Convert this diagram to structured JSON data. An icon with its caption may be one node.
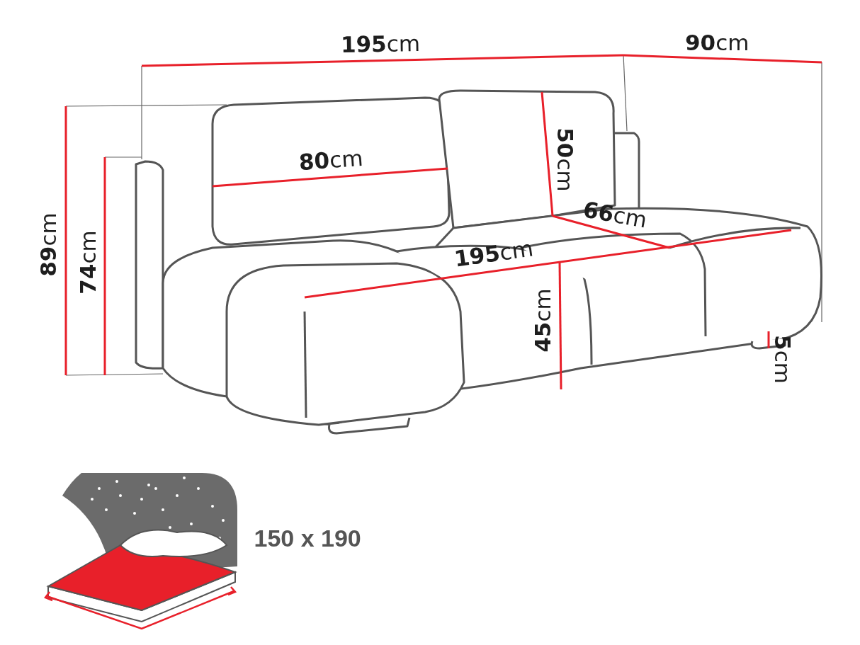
{
  "diagram": {
    "labels": [
      "**195**cm",
      "**90**cm",
      "**89**cm",
      "**74**cm",
      "**80**cm",
      "**50**cm",
      "**66**cm",
      "**195**cm",
      "**45**cm",
      "**5**cm",
      "150 x 190"
    ]
  }
}
